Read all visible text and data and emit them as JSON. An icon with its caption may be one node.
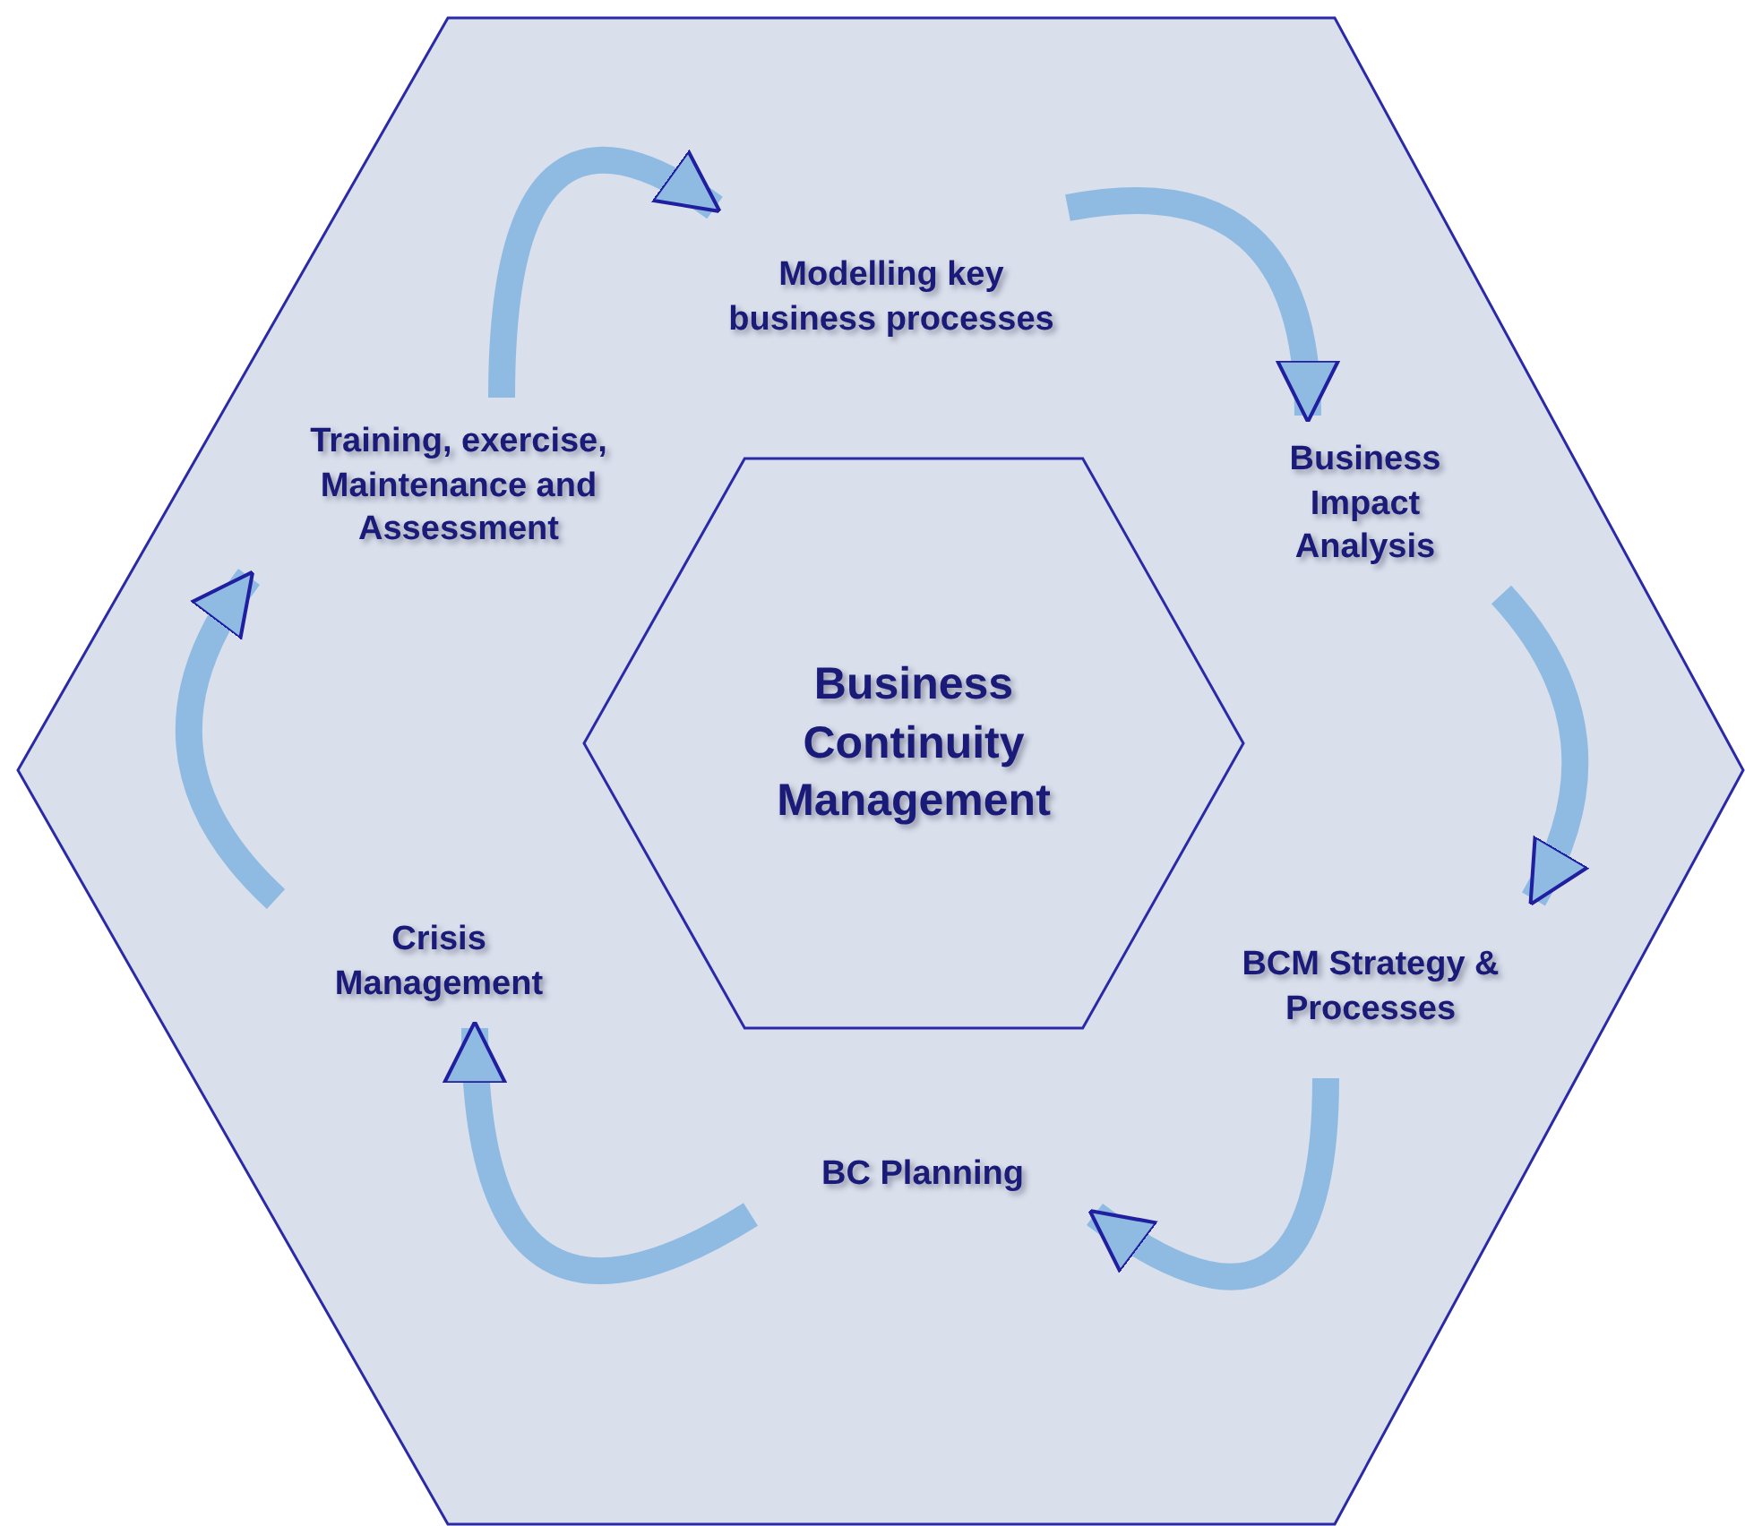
{
  "diagram": {
    "nodes": [
      {
        "text": [
          "Business Continuity Management"
        ]
      },
      {
        "text": [
          "Modelling key business processes"
        ]
      },
      {
        "text": [
          "Business Impact Analysis"
        ]
      },
      {
        "text": [
          "BCM Strategy & Processes"
        ]
      },
      {
        "text": [
          "BC Planning"
        ]
      },
      {
        "text": [
          "Crisis Management"
        ]
      },
      {
        "text": [
          "Training, exercise, Maintenance and Assessment"
        ]
      }
    ],
    "edges": [
      {
        "from": 1,
        "to": 2,
        "arrow": "to"
      },
      {
        "from": 2,
        "to": 3,
        "arrow": "to"
      },
      {
        "from": 3,
        "to": 4,
        "arrow": "to"
      },
      {
        "from": 4,
        "to": 5,
        "arrow": "to"
      },
      {
        "from": 5,
        "to": 6,
        "arrow": "to"
      },
      {
        "from": 6,
        "to": 1,
        "arrow": "to"
      }
    ]
  }
}
